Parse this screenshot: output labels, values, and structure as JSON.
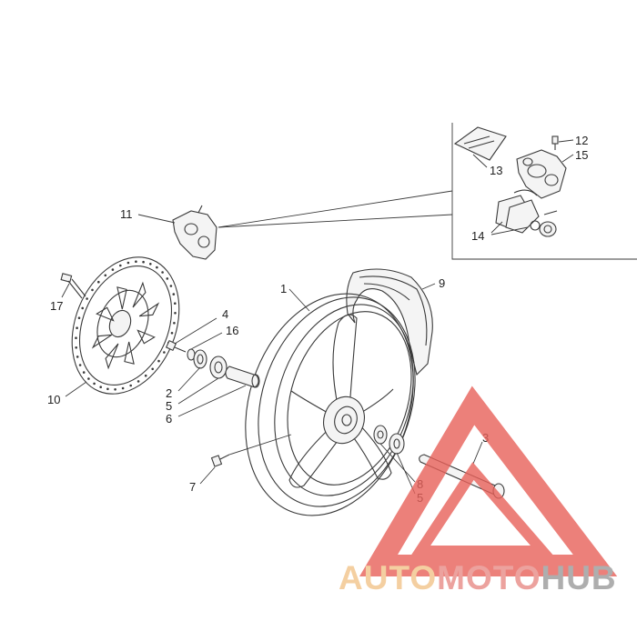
{
  "callouts": {
    "c1": "1",
    "c2": "2",
    "c3": "3",
    "c4": "4",
    "c5a": "5",
    "c5b": "5",
    "c6": "6",
    "c7": "7",
    "c8": "8",
    "c9": "9",
    "c10": "10",
    "c11": "11",
    "c12": "12",
    "c13": "13",
    "c14": "14",
    "c15": "15",
    "c16": "16",
    "c17": "17"
  },
  "watermark": {
    "part1": "AUTO",
    "part2": "MOTO",
    "part3": "HUB",
    "color_auto": "#f2c48a",
    "color_moto": "#e88b86",
    "color_hub": "#9a9a9a",
    "triangle_color": "#e8615a"
  }
}
